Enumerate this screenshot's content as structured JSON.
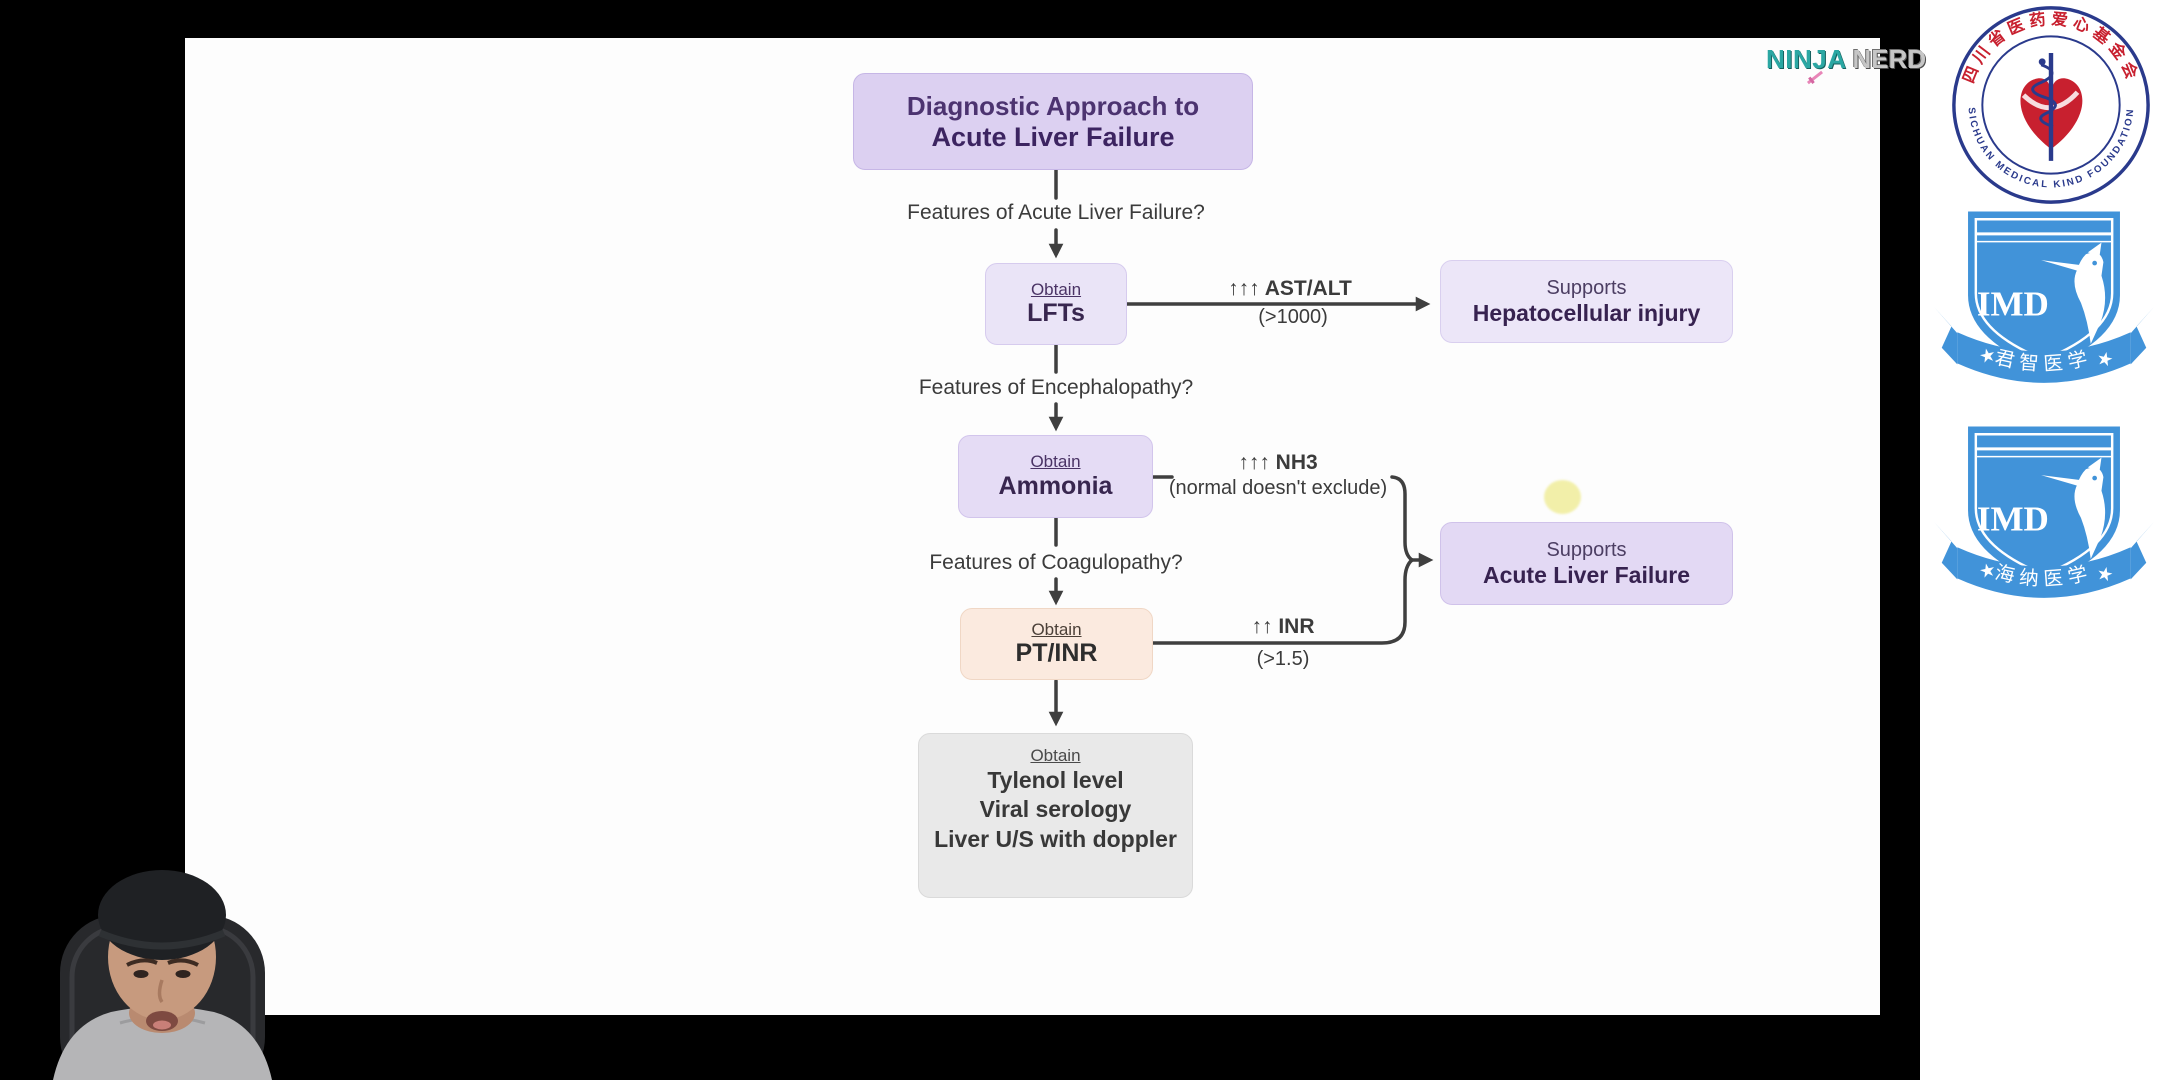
{
  "flowchart": {
    "title": {
      "line1": "Diagnostic Approach to",
      "line2": "Acute Liver Failure"
    },
    "questions": {
      "alf": "Features of Acute Liver Failure?",
      "enceph": "Features of Encephalopathy?",
      "coag": "Features of Coagulopathy?"
    },
    "nodes": {
      "lfts": {
        "obtain": "Obtain",
        "name": "LFTs"
      },
      "ammonia": {
        "obtain": "Obtain",
        "name": "Ammonia"
      },
      "ptinr": {
        "obtain": "Obtain",
        "name": "PT/INR"
      },
      "workup": {
        "obtain": "Obtain",
        "items": [
          "Tylenol level",
          "Viral serology",
          "Liver U/S with doppler"
        ]
      },
      "hepatocellular": {
        "line1": "Supports",
        "line2": "Hepatocellular injury"
      },
      "acute_liver_failure": {
        "line1": "Supports",
        "line2": "Acute Liver Failure"
      }
    },
    "edge_labels": {
      "ast": {
        "line1": "↑↑↑ AST/ALT",
        "line2": "(>1000)"
      },
      "nh3": {
        "line1": "↑↑↑ NH3",
        "line2": "(normal doesn't exclude)"
      },
      "inr": {
        "line1": "↑↑ INR",
        "line2": "(>1.5)"
      }
    }
  },
  "watermark": {
    "brand1": "NINJA",
    "brand2": "NERD"
  },
  "logos": {
    "foundation": {
      "top": "四川省医药爱心基金会",
      "bottom": "SICHUAN MEDICAL KIND FOUNDATION"
    },
    "imd_a": {
      "abbr": "IMD",
      "banner": "君智医学",
      "star": "★"
    },
    "imd_b": {
      "abbr": "IMD",
      "banner": "海纳医学",
      "star": "★"
    }
  },
  "colors": {
    "box_lavender": "#dcd0f1",
    "box_lavender_light": "#eae4f7",
    "box_peach": "#fbeadf",
    "box_gray": "#e9e9e9",
    "text_purple": "#38264f",
    "line": "#3f3f3f",
    "ninja_teal": "#2ba7a3",
    "nerd_gray": "#c6c6c6",
    "logo_blue": "#4193d9",
    "logo_red": "#c8202f",
    "logo_navy": "#2a3a8c",
    "pointer_yellow": "#f1eea1"
  }
}
